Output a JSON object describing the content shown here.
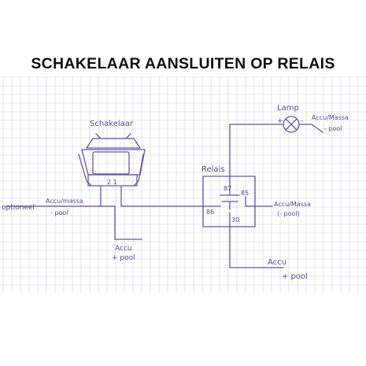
{
  "title": "SCHAKELAAR AANSLUITEN OP RELAIS",
  "colors": {
    "ink": "#5b4a9a",
    "wire": "#6a55a8",
    "grid": "#cfd3dd",
    "title": "#111111"
  },
  "labels": {
    "switch": "Schakelaar",
    "switch_pin": "2 1",
    "optional": "optioneel",
    "switch_ground_1": "Accu/massa",
    "switch_ground_2": "- pool",
    "switch_accu_1": "Accu",
    "switch_accu_2": "+ pool",
    "lamp": "Lamp",
    "lamp_plus": "+",
    "lamp_minus": "-",
    "lamp_ground_1": "Accu/Massa",
    "lamp_ground_2": "- pool",
    "relay": "Relais",
    "pin_87": "87",
    "pin_85": "85",
    "pin_86": "86",
    "pin_30": "30",
    "relay_ground_1": "Accu/Massa",
    "relay_ground_2": "(- pool)",
    "relay_accu_1": "Accu",
    "relay_accu_2": "+ pool"
  },
  "icons": {
    "lamp": "lamp-icon",
    "switch": "rocker-switch-icon"
  }
}
